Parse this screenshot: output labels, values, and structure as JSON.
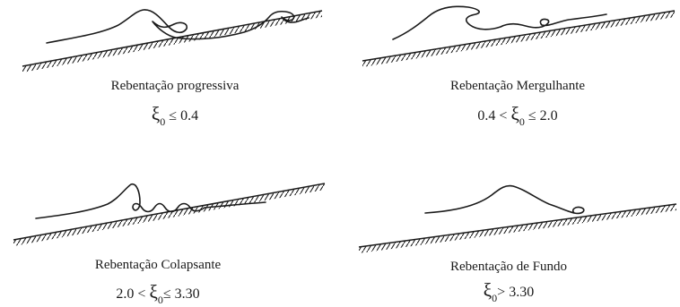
{
  "panels": [
    {
      "id": "progressive",
      "type_label": "Rebentação progressiva",
      "condition": {
        "prefix": "",
        "symbol": "ξ",
        "subscript": "0",
        "suffix": " ≤  0.4"
      }
    },
    {
      "id": "plunging",
      "type_label": "Rebentação Mergulhante",
      "condition": {
        "prefix": "0.4 < ",
        "symbol": "ξ",
        "subscript": "0",
        "suffix": " ≤  2.0"
      }
    },
    {
      "id": "collapsing",
      "type_label": "Rebentação Colapsante",
      "condition": {
        "prefix": "2.0 < ",
        "symbol": "ξ",
        "subscript": "0",
        "suffix": "≤  3.30"
      }
    },
    {
      "id": "surging",
      "type_label": "Rebentação de Fundo",
      "condition": {
        "prefix": "",
        "symbol": "ξ",
        "subscript": "0",
        "suffix": "> 3.30"
      }
    }
  ]
}
